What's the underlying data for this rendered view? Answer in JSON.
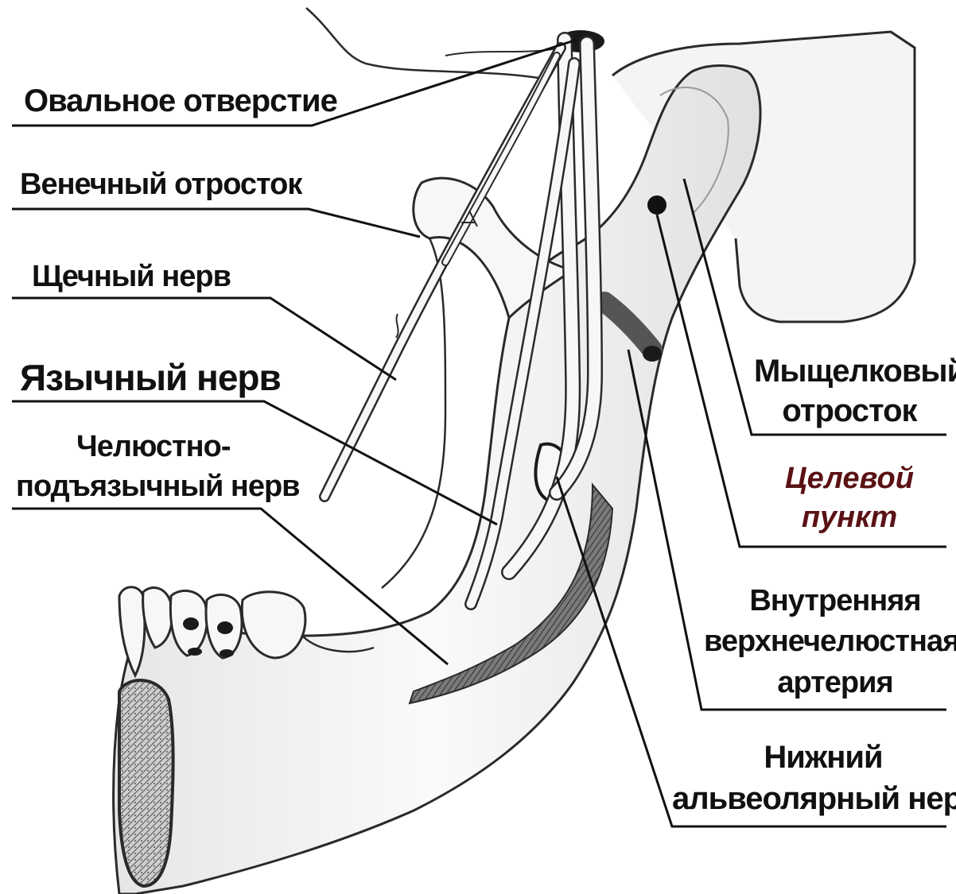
{
  "labels": {
    "oval_foramen": "Овальное отверстие",
    "coronoid_process": "Венечный отросток",
    "buccal_nerve": "Щечный нерв",
    "lingual_nerve": "Язычный нерв",
    "mylohyoid_nerve_line1": "Челюстно-",
    "mylohyoid_nerve_line2": "подъязычный нерв",
    "condylar_process_line1": "Мыщелковый",
    "condylar_process_line2": "отросток",
    "target_point_line1": "Целевой",
    "target_point_line2": "пункт",
    "internal_maxillary_artery_line1": "Внутренняя",
    "internal_maxillary_artery_line2": "верхнечелюстная",
    "internal_maxillary_artery_line3": "артерия",
    "inferior_alveolar_nerve_line1": "Нижний",
    "inferior_alveolar_nerve_line2": "альвеолярный нерв"
  },
  "colors": {
    "label_text": "#111111",
    "target_text": "#5a1214",
    "leader_line": "#111111",
    "bone_fill": "#f2f2f2",
    "outline": "#2a2a2a",
    "artery": "#5a5a5a"
  }
}
